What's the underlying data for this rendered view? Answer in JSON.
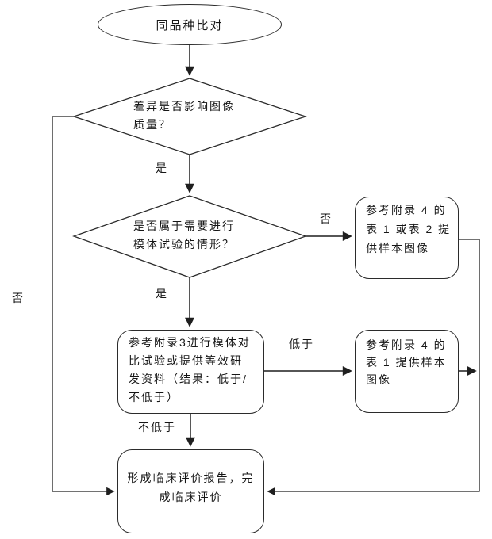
{
  "diagram": {
    "background_color": "#ffffff",
    "line_color": "#1f1f1f",
    "nodes": {
      "start": {
        "shape": "ellipse",
        "lines": [
          "同品种比对"
        ]
      },
      "decision_image_quality": {
        "shape": "diamond",
        "lines": [
          "差异是否影响图像",
          "质量？"
        ]
      },
      "decision_phantom_test": {
        "shape": "diamond",
        "lines": [
          "是否属于需要进行",
          "模体试验的情形？"
        ]
      },
      "box_appendix4_table1_or_2": {
        "shape": "rounded-rect",
        "lines": [
          "参考附录 4 的",
          "表 1 或表 2 提",
          "供样本图像"
        ]
      },
      "box_appendix3_phantom": {
        "shape": "rounded-rect",
        "lines": [
          "参考附录3进行模体对",
          "比试验或提供等效研",
          "发资料（结果：低于/",
          "不低于）"
        ]
      },
      "box_appendix4_table1": {
        "shape": "rounded-rect",
        "lines": [
          "参考附录 4 的",
          "表 1 提供样本",
          "图像"
        ]
      },
      "box_clinical_report": {
        "shape": "rounded-rect",
        "lines": [
          "形成临床评价报告，完",
          "成临床评价"
        ]
      }
    },
    "edge_labels": {
      "yes_top": "是",
      "yes_mid": "是",
      "no_right": "否",
      "no_left": "否",
      "lower": "低于",
      "not_lower": "不低于"
    }
  }
}
